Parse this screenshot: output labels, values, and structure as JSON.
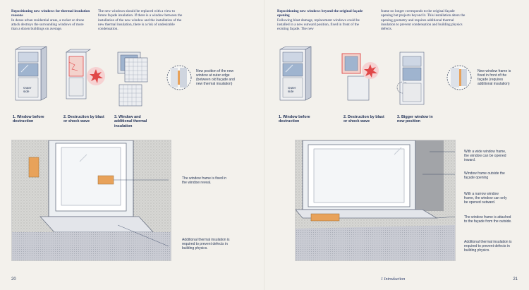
{
  "left_page": {
    "text_blocks": [
      {
        "heading": "Repositioning new windows for thermal insulation reasons",
        "body": "In dense urban residential areas, a rocket or drone attack destroys the surrounding windows of more than a dozen buildings on average."
      },
      {
        "heading": "",
        "body": "The new windows should be replaced with a view to future façade insulation. If there is a window between the installation of the new window and the installation of the new thermal insulation, there is a risk of undesirable condensation."
      }
    ],
    "steps": [
      {
        "number": "1.",
        "label": "Window before destruction"
      },
      {
        "number": "2.",
        "label": "Destruction by blast or shock wave"
      },
      {
        "number": "3.",
        "label": "Window and additional thermal insulation"
      }
    ],
    "diagram_label": "Outer side",
    "detail_note": "New position of the new window at outer edge (between old façade and new thermal insulation)",
    "photo_notes": [
      "The window frame is fixed in the window reveal.",
      "Additional thermal insulation is required to prevent defects in building physics."
    ],
    "page_number": "20"
  },
  "right_page": {
    "text_blocks": [
      {
        "heading": "Repositioning new windows beyond the original façade opening",
        "body": "Following blast damage, replacement windows could be installed in a new outward position, fixed in front of the existing façade. The new"
      },
      {
        "heading": "",
        "body": "frame no longer corresponds to the original façade opening but projects beyond it. This installation alters the opening geometry and requires additional thermal insulation to prevent condensation and building physics defects."
      }
    ],
    "steps": [
      {
        "number": "1.",
        "label": "Window before destruction"
      },
      {
        "number": "2.",
        "label": "Destruction by blast or shock wave"
      },
      {
        "number": "3.",
        "label": "Bigger window in new position"
      }
    ],
    "diagram_label": "Outer side",
    "detail_note": "New window frame is fixed in front of the façade (requires additional insulation)",
    "photo_notes": [
      "With a wide window frame, the window can be opened inward.",
      "Window frame outside the façade opening",
      "With a narrow window frame, the window can only be opened outward.",
      "The window frame is attached to the façade from the outside.",
      "Additional thermal insulation is required to prevent defects in building physics."
    ],
    "running_head": "1  Introduction",
    "page_number": "21"
  },
  "colors": {
    "paper": "#f3f1ec",
    "ink": "#2a3a6a",
    "accent_red": "#e04848",
    "accent_orange": "#e8a25a",
    "window_blue": "#9fb4cf"
  }
}
